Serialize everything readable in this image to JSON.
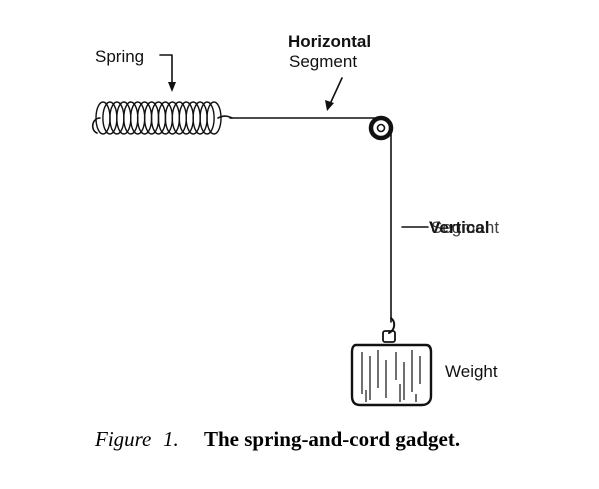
{
  "labels": {
    "spring": "Spring",
    "horizontal_line1": "Horizontal",
    "horizontal_line2": "Segment",
    "vertical_overlap_a": "Vertical",
    "vertical_overlap_b": "Segment",
    "weight": "Weight"
  },
  "caption": {
    "figure_word": "Figure",
    "figure_number": "1.",
    "text": "The spring-and-cord gadget."
  },
  "colors": {
    "ink": "#111111",
    "background": "#ffffff"
  }
}
